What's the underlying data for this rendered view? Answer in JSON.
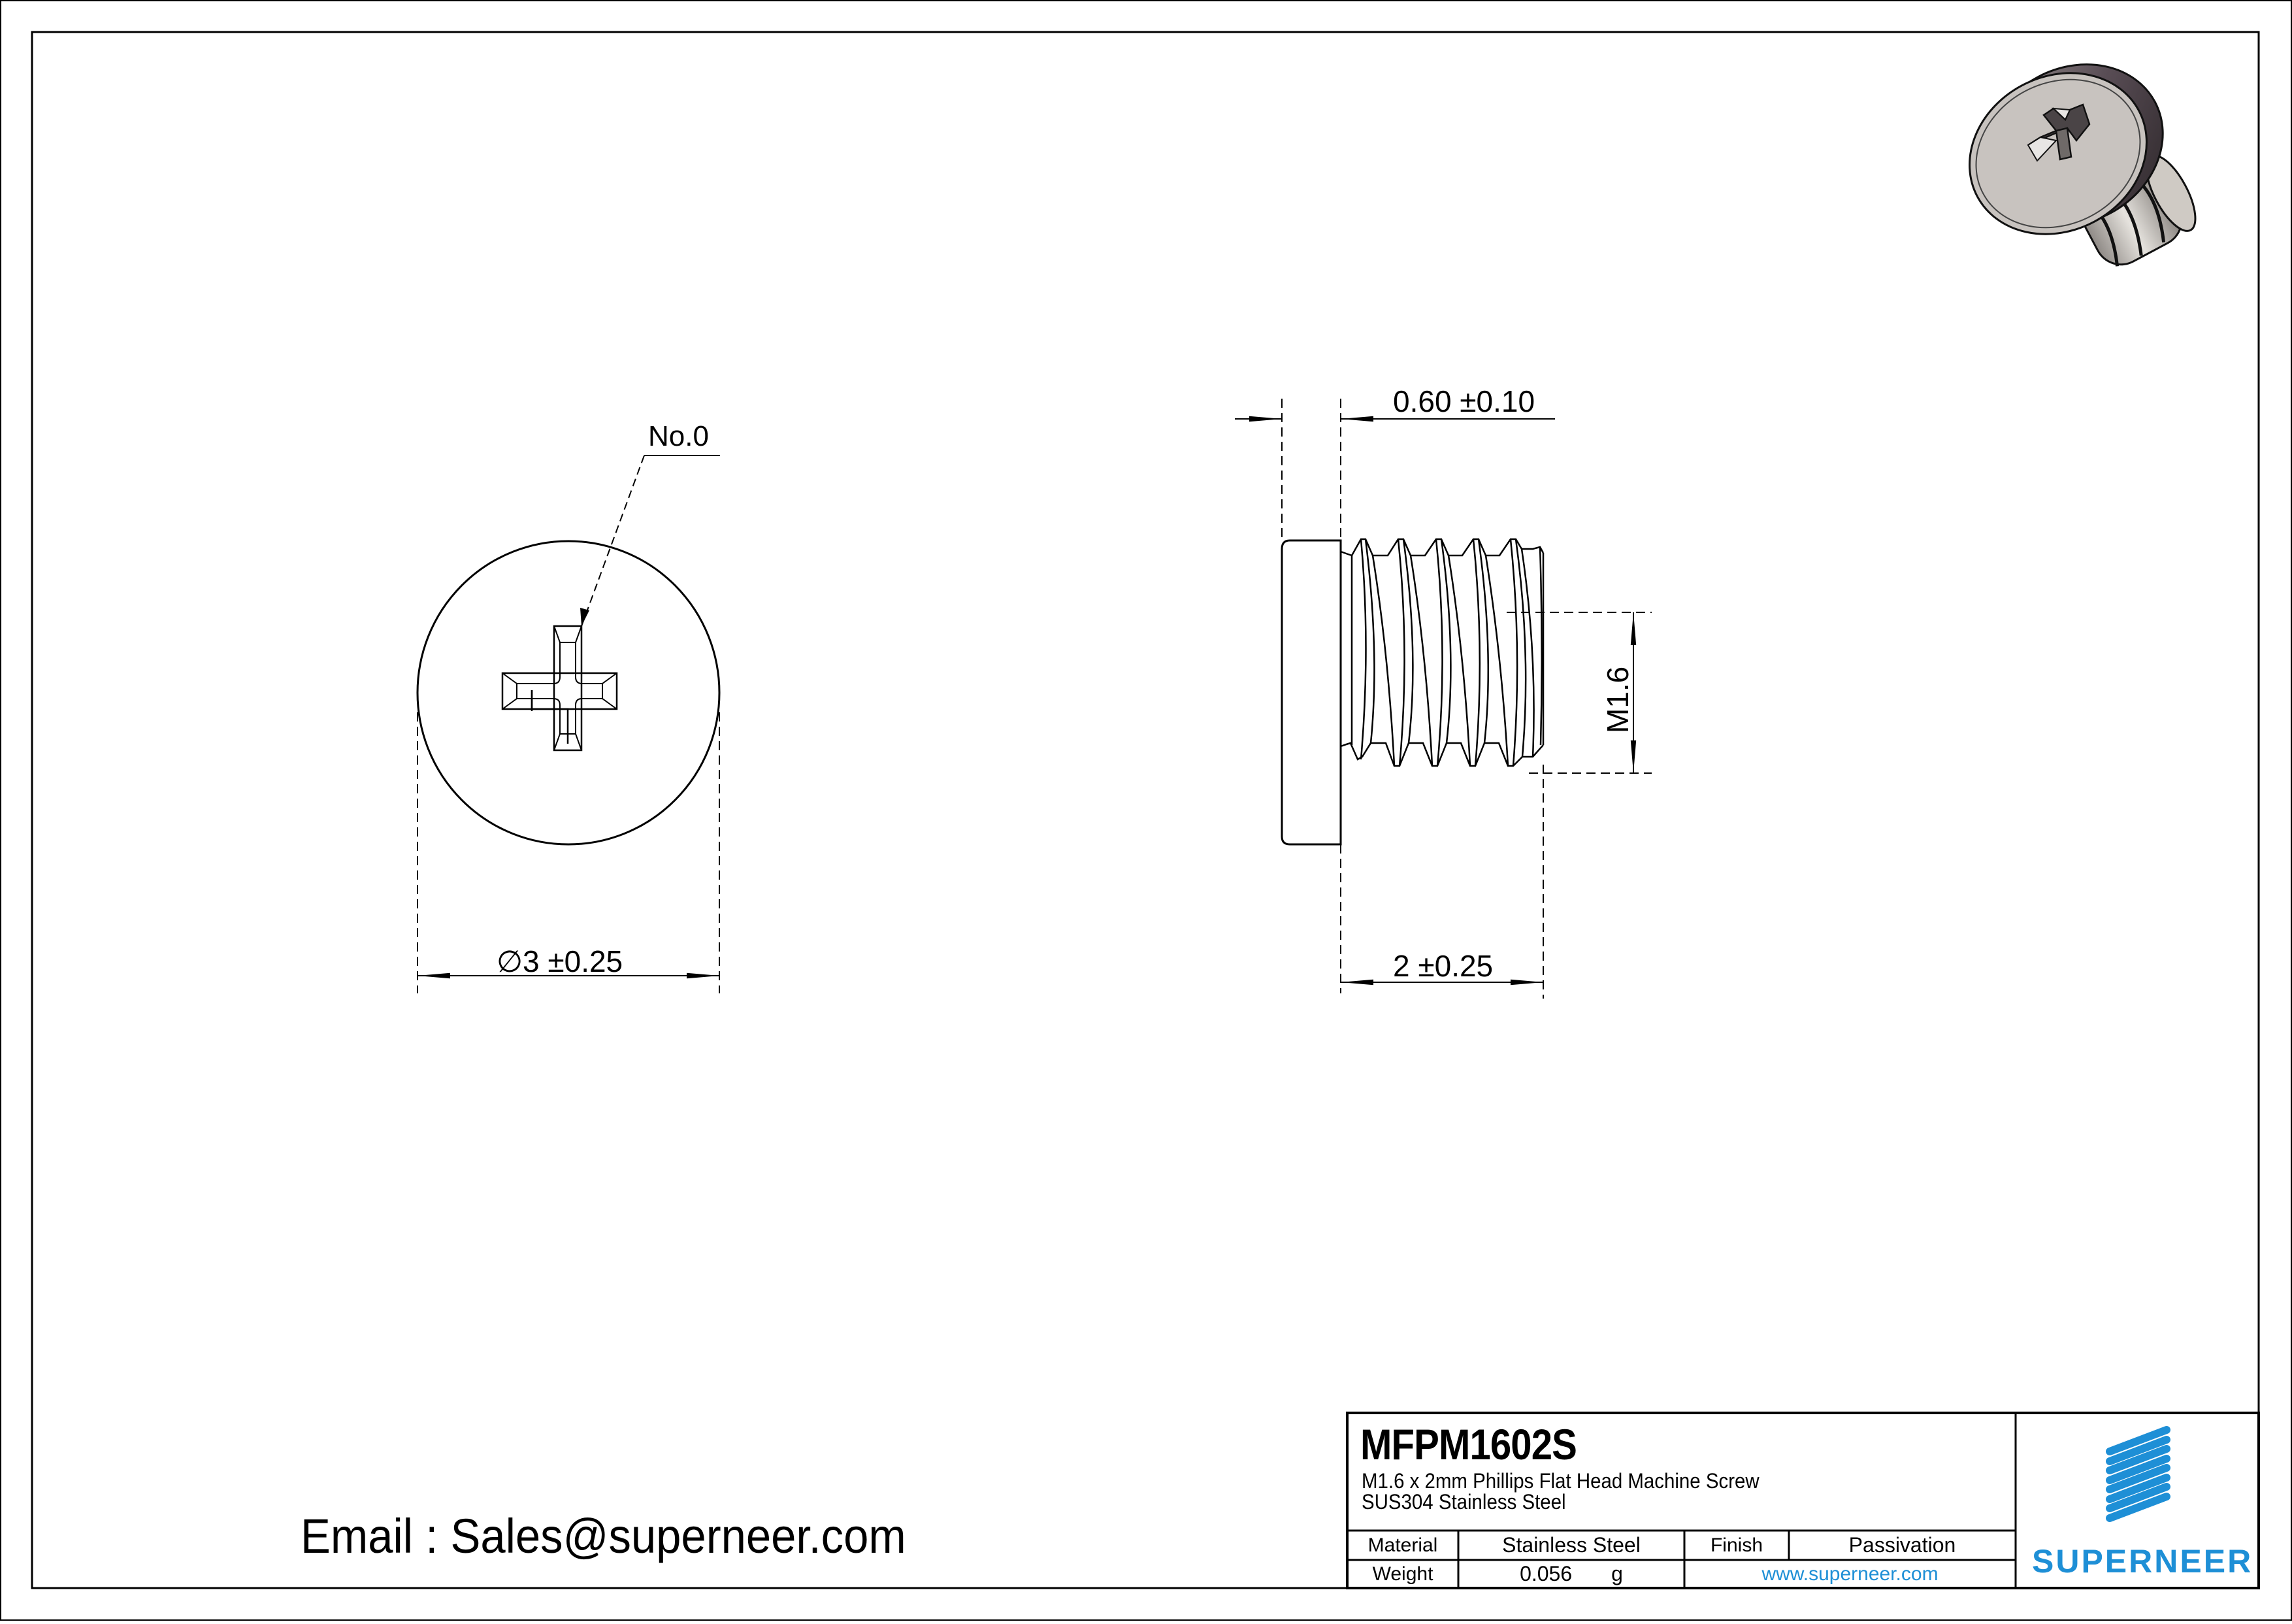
{
  "drawing": {
    "front_view": {
      "recess_callout": "No.0",
      "diameter_symbol": "∅",
      "diameter_dimension": "3 ±0.25"
    },
    "side_view": {
      "head_height_dimension": "0.60 ±0.10",
      "thread_size_dimension": "M1.6",
      "length_dimension": "2 ±0.25"
    },
    "isometric_view": {
      "description": "3D rendering of screw"
    }
  },
  "contact": {
    "email_line": "Email : Sales@superneer.com"
  },
  "title_block": {
    "part_number": "MFPM1602S",
    "description_line1": "M1.6 x 2mm Phillips Flat Head Machine Screw",
    "description_line2": "SUS304 Stainless Steel",
    "material_label": "Material",
    "material_value": "Stainless Steel",
    "finish_label": "Finish",
    "finish_value": "Passivation",
    "weight_label": "Weight",
    "weight_value": "0.056",
    "weight_unit": "g",
    "website": "www.superneer.com",
    "brand_name": "SUPERNEER"
  },
  "colors": {
    "line": "#000000",
    "brand_blue": "#1e8fd6",
    "background": "#ffffff"
  }
}
